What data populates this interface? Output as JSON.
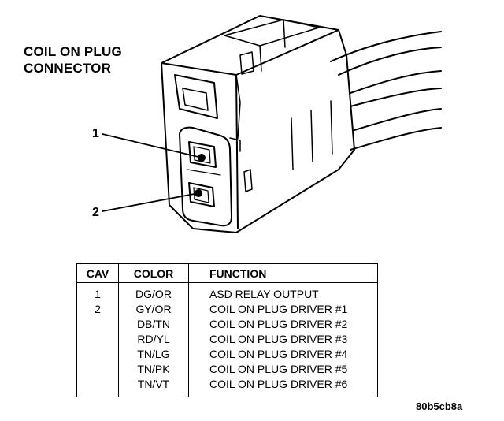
{
  "title_lines": [
    "COIL ON PLUG",
    "CONNECTOR"
  ],
  "callouts": [
    "1",
    "2"
  ],
  "table": {
    "headers": [
      "CAV",
      "COLOR",
      "FUNCTION"
    ],
    "rows": [
      {
        "cav": "1",
        "color": "DG/OR",
        "function": "ASD RELAY OUTPUT"
      },
      {
        "cav": "2",
        "color": "GY/OR",
        "function": "COIL ON PLUG DRIVER #1"
      },
      {
        "cav": "",
        "color": "DB/TN",
        "function": "COIL ON PLUG DRIVER #2"
      },
      {
        "cav": "",
        "color": "RD/YL",
        "function": "COIL ON PLUG DRIVER #3"
      },
      {
        "cav": "",
        "color": "TN/LG",
        "function": "COIL ON PLUG DRIVER #4"
      },
      {
        "cav": "",
        "color": "TN/PK",
        "function": "COIL ON PLUG DRIVER #5"
      },
      {
        "cav": "",
        "color": "TN/VT",
        "function": "COIL ON PLUG DRIVER #6"
      }
    ]
  },
  "figure_id": "80b5cb8a"
}
